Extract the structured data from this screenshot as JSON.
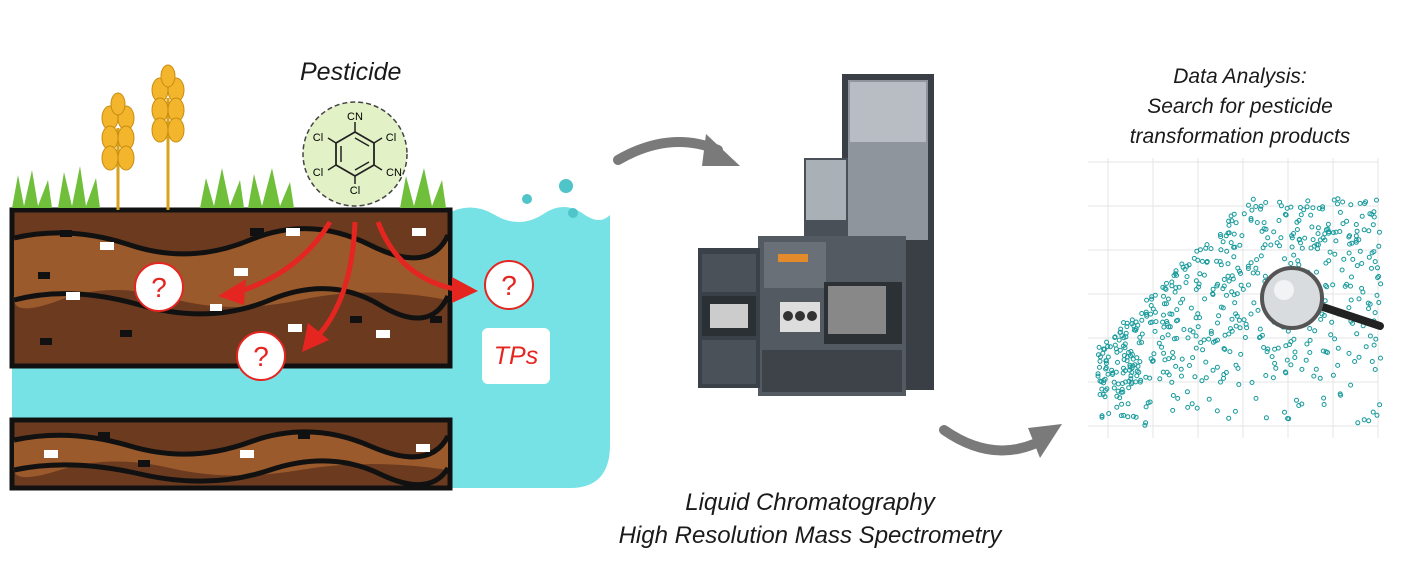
{
  "soil_panel": {
    "pesticide_label": "Pesticide",
    "molecule": {
      "substituents": {
        "top": "CN",
        "upper_left": "Cl",
        "upper_right": "Cl",
        "lower_left": "Cl",
        "lower_right": "CN",
        "bottom": "Cl"
      }
    },
    "unknown_marker": "?",
    "tps_label": "TPs"
  },
  "instrument_panel": {
    "line1": "Liquid Chromatography",
    "line2": "High Resolution Mass Spectrometry"
  },
  "analysis_panel": {
    "line1": "Data Analysis:",
    "line2": "Search for pesticide",
    "line3": "transformation products"
  },
  "colors": {
    "water": "#76e2e6",
    "soil_dark": "#6b3a1f",
    "soil_light": "#9b5a2c",
    "arrow_red": "#e52520",
    "flow_arrow": "#7a7a7a",
    "scatter": "#179a9c",
    "molecule_fill": "#e3f1c6"
  },
  "icons": [
    "wheat-icon",
    "grass-icon",
    "magnifier-icon",
    "lc-hrms-instrument"
  ]
}
